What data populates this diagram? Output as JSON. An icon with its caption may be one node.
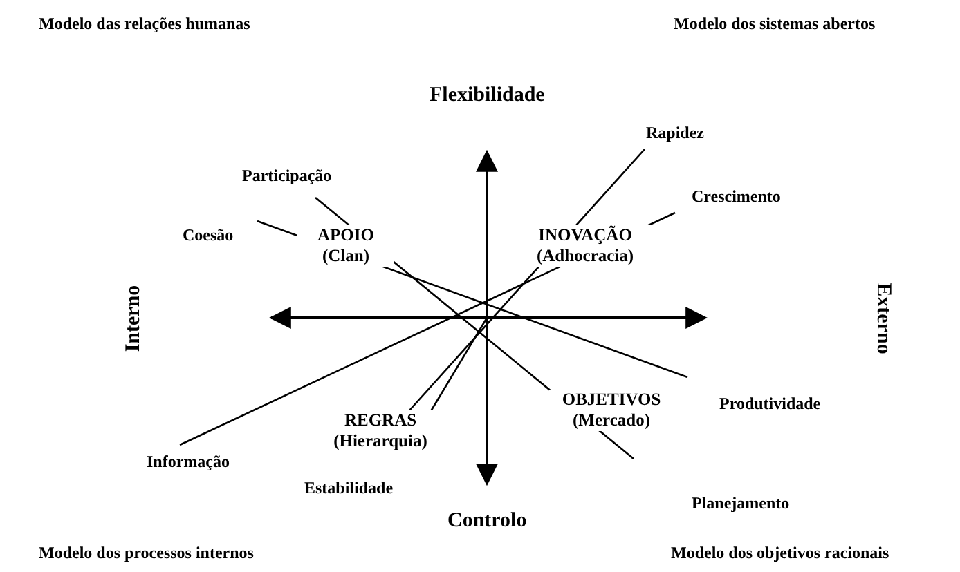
{
  "diagram": {
    "labels": [
      "Modelo das relações humanas",
      "Modelo dos sistemas abertos",
      "Flexibilidade",
      "Rapidez",
      "Participação",
      "Crescimento",
      "Coesão",
      "APOIO (Clan)",
      "INOVAÇÃO (Adhocracia)",
      "Interno",
      "Externo",
      "OBJETIVOS (Mercado)",
      "Produtividade",
      "REGRAS (Hierarquia)",
      "Informação",
      "Estabilidade",
      "Planejamento",
      "Controlo",
      "Modelo dos processos internos",
      "Modelo dos objetivos racionais"
    ]
  }
}
